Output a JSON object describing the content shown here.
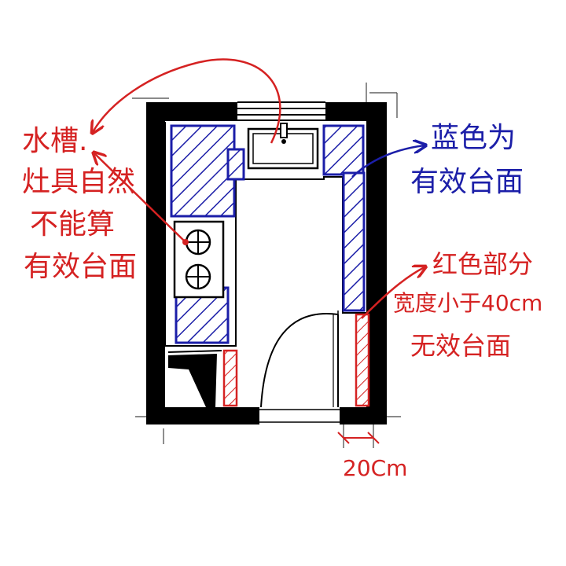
{
  "colors": {
    "wall": "#000000",
    "valid_counter": "#1b1ea8",
    "invalid_counter": "#d52222",
    "paper": "#ffffff"
  },
  "annotations": {
    "left": {
      "line1": "水槽.",
      "line2": "灶具自然",
      "line3": "不能算",
      "line4": "有效台面"
    },
    "right_blue": {
      "line1": "蓝色为",
      "line2": "有效台面"
    },
    "right_red": {
      "line1": "红色部分",
      "line2": "宽度小于40cm",
      "line3": "无效台面"
    },
    "dimension": "20Cm"
  },
  "icons": {
    "sink": "sink-icon",
    "faucet": "faucet-icon",
    "burner": "stove-burner-icon",
    "door": "door-swing-icon"
  }
}
